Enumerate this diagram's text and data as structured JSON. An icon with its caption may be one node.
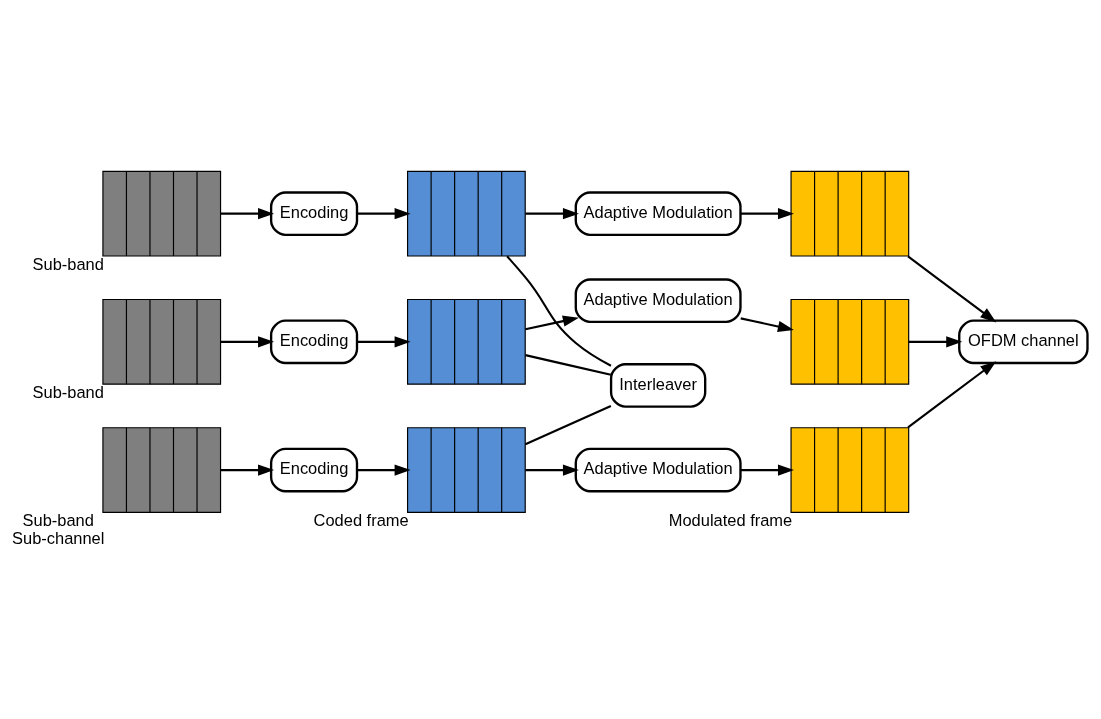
{
  "diagram": {
    "nodes": [
      {
        "text": [],
        "shape": "box",
        "beside": [
          "Sub-band"
        ]
      },
      {
        "text": [
          "Encoding"
        ]
      },
      {
        "text": [],
        "shape": "box"
      },
      {
        "text": [
          "Adaptive Modulation"
        ]
      },
      {
        "text": [],
        "shape": "box"
      },
      {
        "text": [],
        "shape": "box",
        "beside": [
          "Sub-band"
        ]
      },
      {
        "text": [
          "Encoding"
        ]
      },
      {
        "text": [],
        "shape": "box"
      },
      {
        "text": [
          "Adaptive Modulation"
        ]
      },
      {
        "text": [],
        "shape": "box"
      },
      {
        "text": [],
        "shape": "box",
        "beside": [
          "Sub-band",
          "Sub-channel"
        ]
      },
      {
        "text": [
          "Encoding"
        ]
      },
      {
        "text": [],
        "shape": "box",
        "beside": [
          "Coded frame"
        ]
      },
      {
        "text": [
          "Adaptive Modulation"
        ]
      },
      {
        "text": [],
        "shape": "box",
        "beside": [
          "Modulated frame"
        ]
      },
      {
        "text": [
          "Interleaver"
        ]
      },
      {
        "text": [
          "OFDM channel"
        ]
      }
    ],
    "edges": [
      {
        "from": 0,
        "to": 1,
        "arrow": "to"
      },
      {
        "from": 1,
        "to": 2,
        "arrow": "to"
      },
      {
        "from": 2,
        "to": 3,
        "arrow": "to"
      },
      {
        "from": 2,
        "to": 15,
        "arrow": "none"
      },
      {
        "from": 3,
        "to": 4,
        "arrow": "to"
      },
      {
        "from": 5,
        "to": 6,
        "arrow": "to"
      },
      {
        "from": 6,
        "to": 7,
        "arrow": "to"
      },
      {
        "from": 7,
        "to": 8,
        "arrow": "to"
      },
      {
        "from": 7,
        "to": 15,
        "arrow": "none"
      },
      {
        "from": 8,
        "to": 9,
        "arrow": "to"
      },
      {
        "from": 10,
        "to": 11,
        "arrow": "to"
      },
      {
        "from": 11,
        "to": 12,
        "arrow": "to"
      },
      {
        "from": 12,
        "to": 13,
        "arrow": "to"
      },
      {
        "from": 12,
        "to": 15,
        "arrow": "none"
      },
      {
        "from": 13,
        "to": 14,
        "arrow": "to"
      },
      {
        "from": 4,
        "to": 16,
        "arrow": "to"
      },
      {
        "from": 9,
        "to": 16,
        "arrow": "to"
      },
      {
        "from": 14,
        "to": 16,
        "arrow": "to"
      }
    ]
  }
}
